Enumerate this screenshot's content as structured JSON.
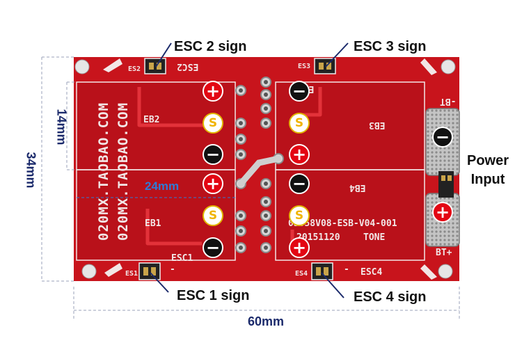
{
  "callouts": {
    "esc2_sign": "ESC 2 sign",
    "esc3_sign": "ESC 3 sign",
    "esc1_sign": "ESC 1 sign",
    "esc4_sign": "ESC 4 sign",
    "power_input_line1": "Power",
    "power_input_line2": "Input"
  },
  "dimensions": {
    "width": "60mm",
    "height": "34mm",
    "pad_height": "14mm",
    "pad_width": "24mm"
  },
  "silkscreen": {
    "esc1": "ESC1",
    "esc2": "ESC2",
    "esc3": "ESC3",
    "esc4": "ESC4",
    "eb1": "EB1",
    "eb2": "EB2",
    "eb3": "EB3",
    "eb4": "EB4",
    "es1": "ES1",
    "es2": "ES2",
    "es3": "ES3",
    "es4": "ES4",
    "shop_url": "020MX.TAOBAO.COM",
    "board_id": "0J058V08-ESB-V04-001",
    "date_code": "20151120",
    "tone": "TONE",
    "bt_minus": "-BT",
    "bt_plus": "BT+",
    "dash": "-"
  },
  "symbols": {
    "plus": "+",
    "minus": "−",
    "signal": "S"
  },
  "colors": {
    "pcb": "#c8141c",
    "pcb_dark": "#a80e15",
    "silk": "#f2e6e6",
    "dimension": "#1b2a6b",
    "blue_dim": "#2e7bd6",
    "plus_red": "#e30613",
    "signal_yellow": "#f0b400"
  }
}
